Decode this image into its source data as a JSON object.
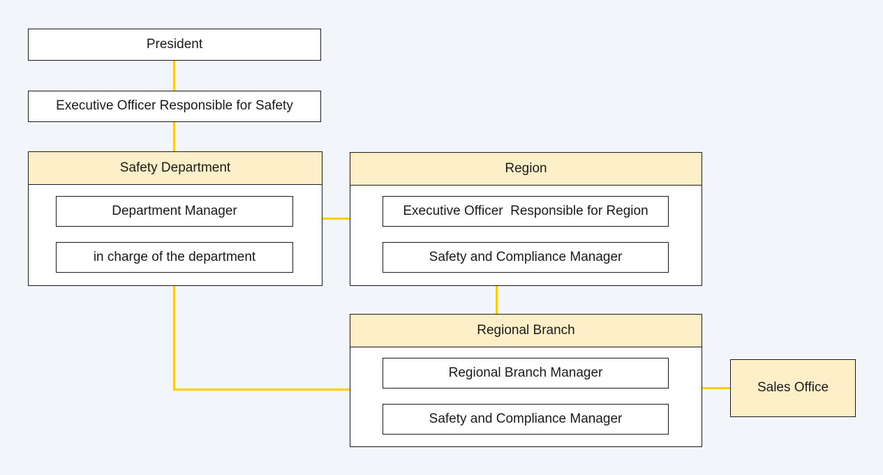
{
  "diagram": {
    "type": "organization-chart",
    "background_color": "#f2f6fa",
    "connector_color": "#FFCC00",
    "header_fill_color": "#FDF0C8",
    "node_fill_color": "#FFFFFF",
    "border_color": "#1a1a1a"
  },
  "nodes": {
    "president": {
      "label": "President"
    },
    "executive_officer_safety": {
      "label": "Executive Officer Responsible for Safety"
    },
    "safety_department": {
      "header": "Safety Department",
      "rows": [
        {
          "label": "Department Manager"
        },
        {
          "label": "in charge of the department"
        }
      ]
    },
    "region": {
      "header": "Region",
      "rows": [
        {
          "label": "Executive Officer  Responsible for Region"
        },
        {
          "label": "Safety and Compliance Manager"
        }
      ]
    },
    "regional_branch": {
      "header": "Regional Branch",
      "rows": [
        {
          "label": "Regional Branch Manager"
        },
        {
          "label": "Safety and Compliance Manager"
        }
      ]
    },
    "sales_office": {
      "label": "Sales Office"
    }
  },
  "connectors": [
    {
      "name": "president-to-executive-officer",
      "orientation": "vertical"
    },
    {
      "name": "executive-officer-to-safety-department",
      "orientation": "vertical"
    },
    {
      "name": "safety-department-to-region",
      "orientation": "horizontal"
    },
    {
      "name": "region-to-regional-branch",
      "orientation": "vertical"
    },
    {
      "name": "safety-department-to-regional-branch-drop",
      "orientation": "vertical"
    },
    {
      "name": "safety-department-to-regional-branch-run",
      "orientation": "horizontal"
    },
    {
      "name": "regional-branch-to-sales-office",
      "orientation": "horizontal"
    }
  ]
}
